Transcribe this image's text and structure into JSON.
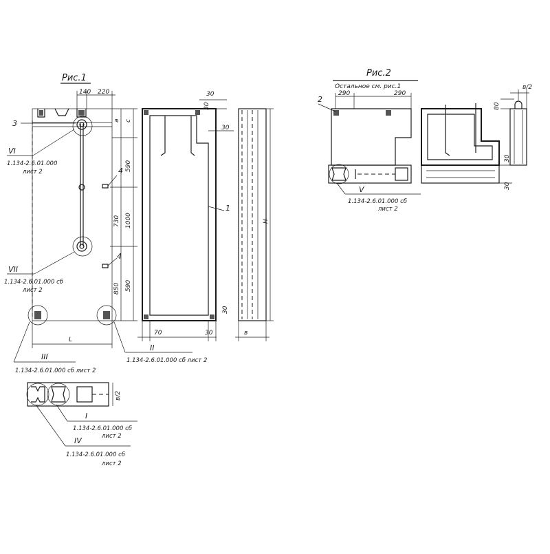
{
  "figure1": {
    "title": "Рис.1",
    "dims": {
      "d140": "140",
      "d220": "220",
      "dc": "c",
      "da": "a",
      "d590a": "590",
      "d730": "730",
      "d1000": "1000",
      "d850": "850",
      "d590b": "590",
      "dL": "L",
      "d30a": "30",
      "d30b": "30",
      "d30c": "30",
      "d30d": "30",
      "d70": "70",
      "dH": "H",
      "dB": "в"
    },
    "positions": {
      "p1": "1",
      "p3": "3",
      "p4a": "4",
      "p4b": "4"
    },
    "callouts": {
      "VI": {
        "numeral": "VI",
        "ref": "1.134-2.6.01.000",
        "sheet": "лист 2"
      },
      "VII": {
        "numeral": "VII",
        "ref": "1.134-2.6.01.000 сб",
        "sheet": "лист 2"
      },
      "III": {
        "numeral": "III",
        "ref": "1.134-2.6.01.000 сб  лист 2"
      },
      "II": {
        "numeral": "II",
        "ref": "1.134-2.6.01.000 сб лист 2"
      },
      "I": {
        "numeral": "I",
        "ref": "1.134-2.6.01.000 сб",
        "sheet": "лист 2"
      },
      "IV": {
        "numeral": "IV",
        "ref": "1.134-2.6.01.000 сб",
        "sheet": "лист 2"
      }
    },
    "small_dim": "в/2"
  },
  "figure2": {
    "title": "Рис.2",
    "note": "Остальное см. рис.1",
    "dims": {
      "d290a": "290",
      "d290b": "290",
      "d30a": "30",
      "d30b": "30",
      "d80": "80",
      "dB2": "в/2"
    },
    "positions": {
      "p2": "2"
    },
    "callouts": {
      "V": {
        "numeral": "V",
        "ref": "1.134-2.6.01.000 сб",
        "sheet": "лист 2"
      }
    }
  }
}
